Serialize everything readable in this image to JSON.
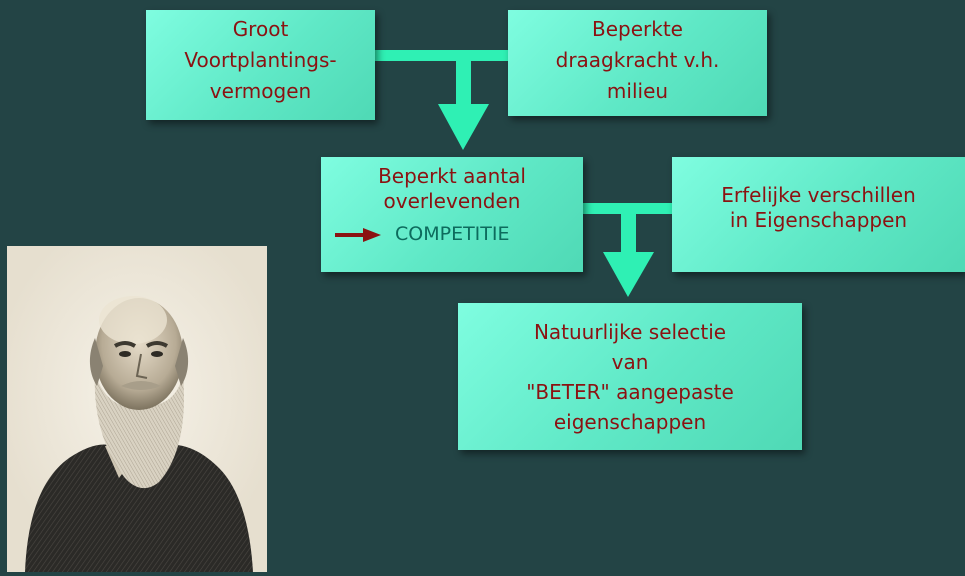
{
  "boxes": {
    "groot": {
      "lines": [
        "Groot",
        "Voortplantings-",
        "vermogen"
      ]
    },
    "beperkte": {
      "lines": [
        "Beperkte",
        "draagkracht v.h.",
        "milieu"
      ]
    },
    "overlevenden": {
      "lines": [
        "Beperkt aantal",
        "overlevenden"
      ],
      "arrow_label": "COMPETITIE"
    },
    "erfelijke": {
      "lines": [
        "Erfelijke verschillen",
        "in Eigenschappen"
      ]
    },
    "selectie": {
      "lines": [
        "Natuurlijke selectie",
        "van",
        "\"BETER\" aangepaste",
        "eigenschappen"
      ]
    }
  },
  "portrait": {
    "subject": "engraved portrait of a bearded man in a dark coat"
  },
  "colors": {
    "background": "#234445",
    "box_fill": "#6ff5d3",
    "box_text": "#8b1212",
    "connector": "#2ff0b4",
    "competitie_text": "#0d6b5d",
    "competitie_arrow": "#8b1212"
  }
}
